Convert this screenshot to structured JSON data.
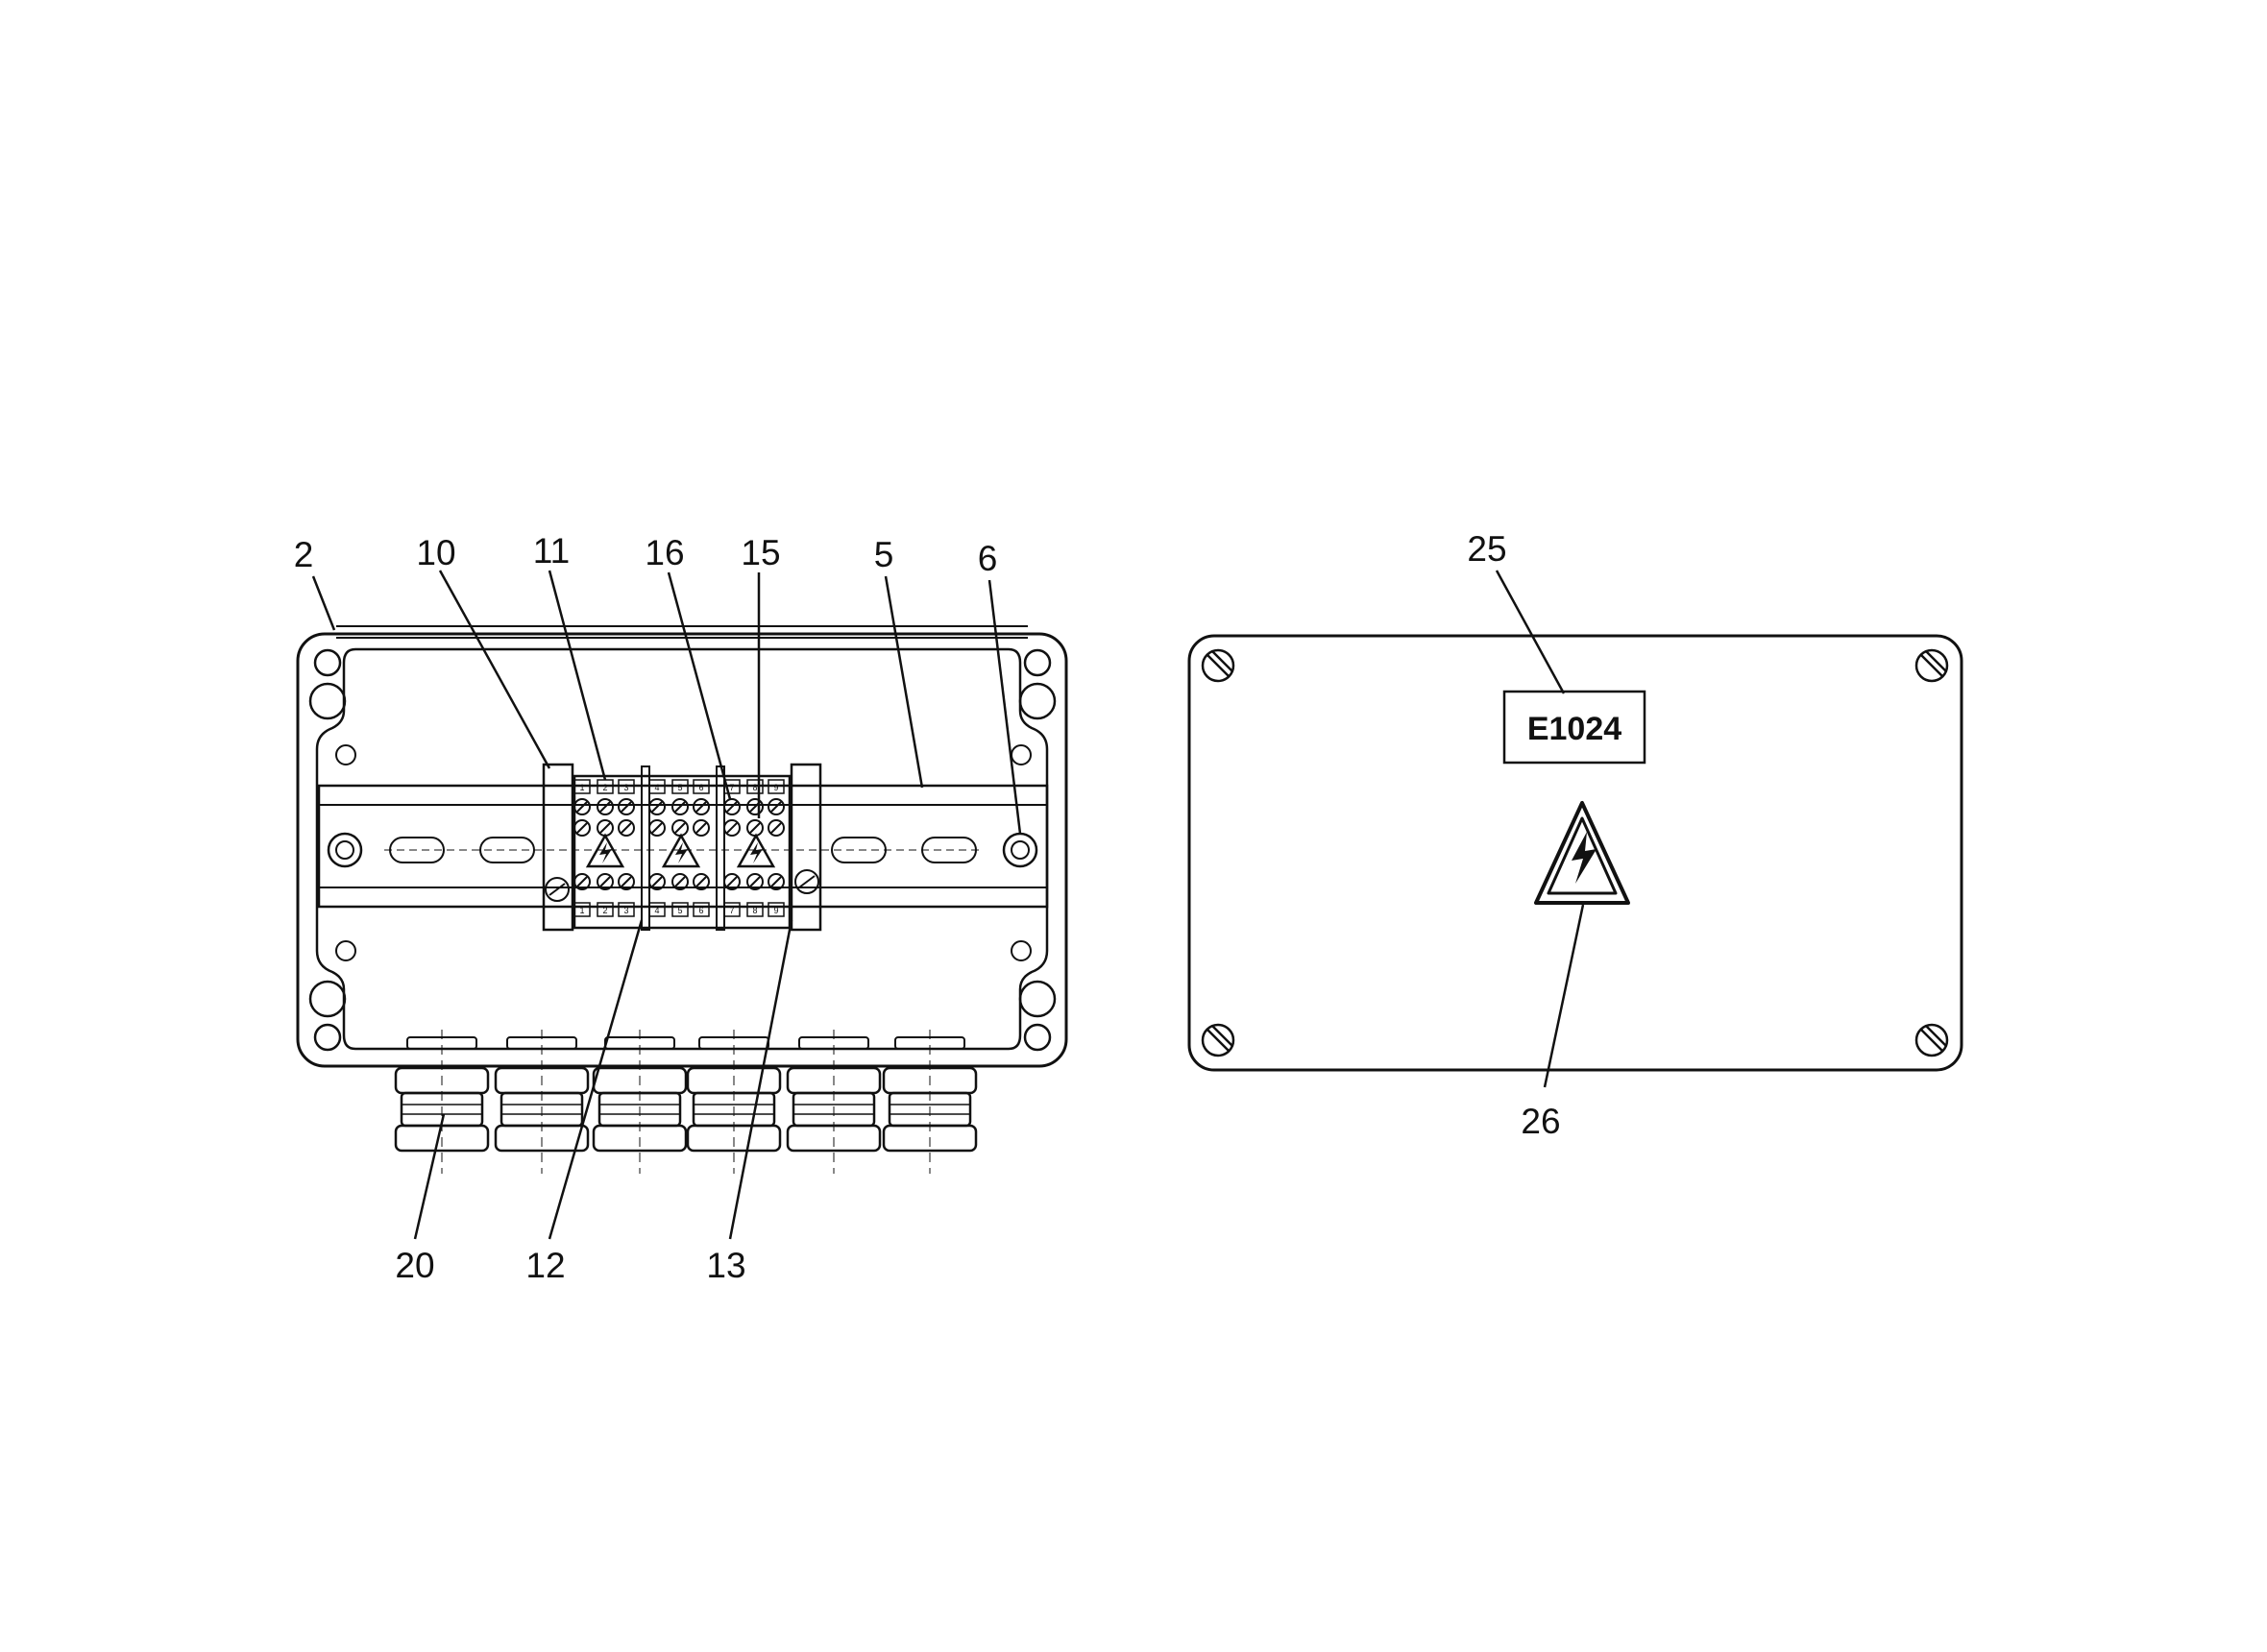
{
  "callouts": {
    "c2": "2",
    "c10": "10",
    "c11": "11",
    "c16": "16",
    "c15": "15",
    "c5": "5",
    "c6": "6",
    "c20": "20",
    "c12": "12",
    "c13": "13",
    "c25": "25",
    "c26": "26"
  },
  "cover_label": "E1024",
  "terminal_numbers_top": [
    "1",
    "2",
    "3",
    "4",
    "5",
    "6",
    "7",
    "8",
    "9"
  ],
  "terminal_numbers_bottom": [
    "1",
    "2",
    "3",
    "4",
    "5",
    "6",
    "7",
    "8",
    "9"
  ],
  "icons": {
    "hazard": "high-voltage-warning-icon",
    "screw": "screw-icon"
  }
}
